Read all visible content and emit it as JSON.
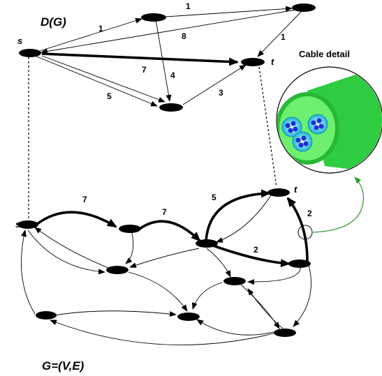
{
  "labels": {
    "dg_title": "D(G)",
    "g_title": "G=(V,E)",
    "cable_title": "Cable detail",
    "s_top": "s",
    "t_top": "t",
    "s_bottom": "s",
    "t_bottom": "t"
  },
  "weights": {
    "top_a_b": "1",
    "top_s_a": "1",
    "top_b_s": "8",
    "top_b_t": "1",
    "top_s_c": "7",
    "top_a_c": "4",
    "top_s_c2": "5",
    "top_c_t": "3",
    "bot_s_p": "7",
    "bot_p_m": "7",
    "bot_m_t": "5",
    "bot_m_q": "2",
    "bot_q_t": "2"
  },
  "colors": {
    "cable_outer": "#2ecc40",
    "cable_inner": "#6df06d",
    "strand_outer": "#1aa7c9",
    "strand_core": "#1e2fd8",
    "callout_arrow": "#2a9a2a"
  }
}
